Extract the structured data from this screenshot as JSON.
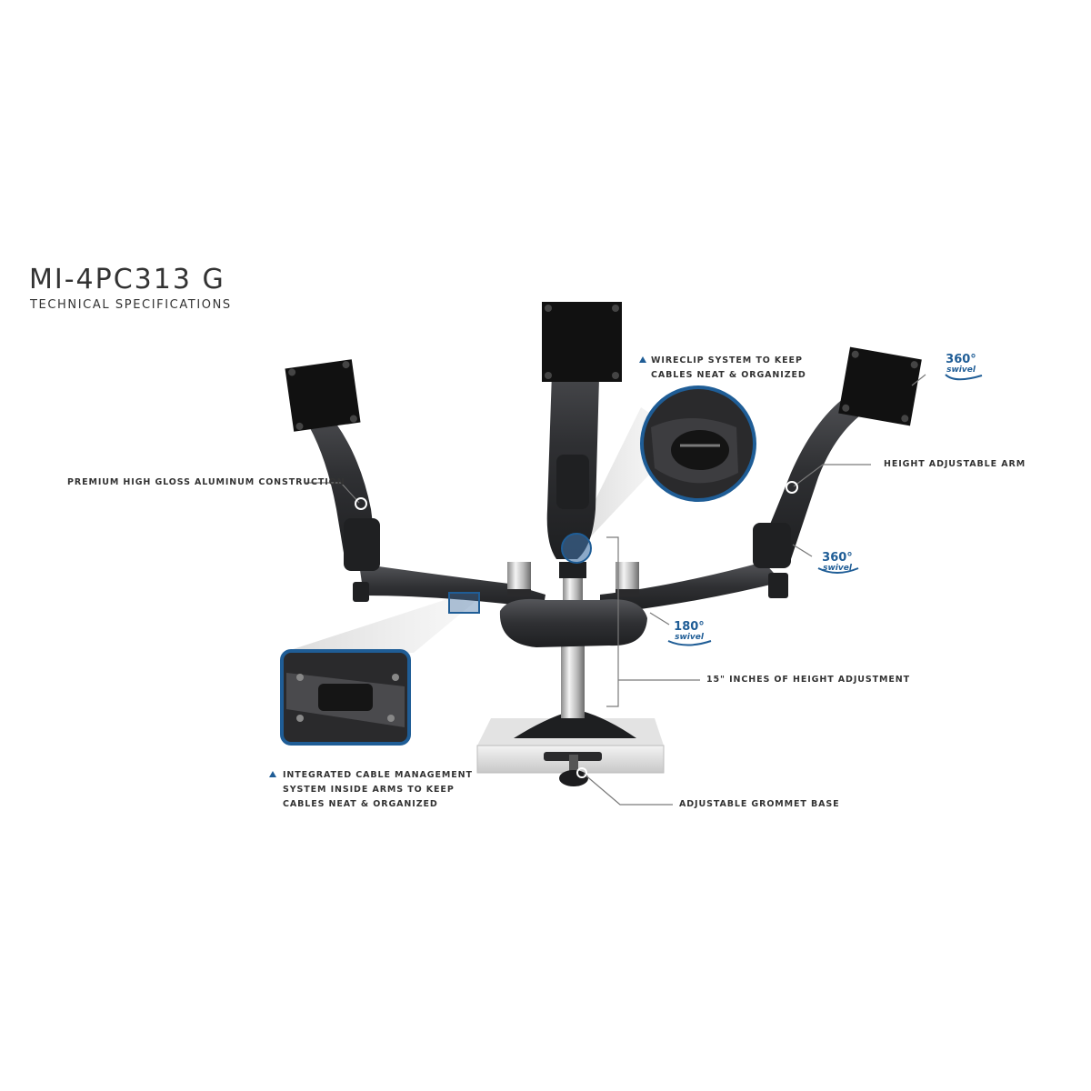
{
  "header": {
    "title": "MI-4PC313 G",
    "subtitle": "TECHNICAL SPECIFICATIONS"
  },
  "callouts": {
    "wireclip_line1": "WIRECLIP SYSTEM TO KEEP",
    "wireclip_line2": "CABLES NEAT & ORGANIZED",
    "aluminum": "PREMIUM HIGH GLOSS ALUMINUM CONSTRUCTION",
    "height_arm": "HEIGHT ADJUSTABLE ARM",
    "height_adjustment": "15\" INCHES OF HEIGHT ADJUSTMENT",
    "cable_line1": "INTEGRATED CABLE MANAGEMENT",
    "cable_line2": "SYSTEM INSIDE ARMS TO KEEP",
    "cable_line3": "CABLES NEAT & ORGANIZED",
    "grommet": "ADJUSTABLE GROMMET BASE"
  },
  "badges": {
    "top_right": {
      "degrees": "360°",
      "label": "swivel"
    },
    "mid_right": {
      "degrees": "360°",
      "label": "swivel"
    },
    "lower": {
      "degrees": "180°",
      "label": "swivel"
    }
  },
  "colors": {
    "accent": "#1f5d96",
    "arm": "#3a3a3c",
    "leader": "#7a7a7a"
  }
}
